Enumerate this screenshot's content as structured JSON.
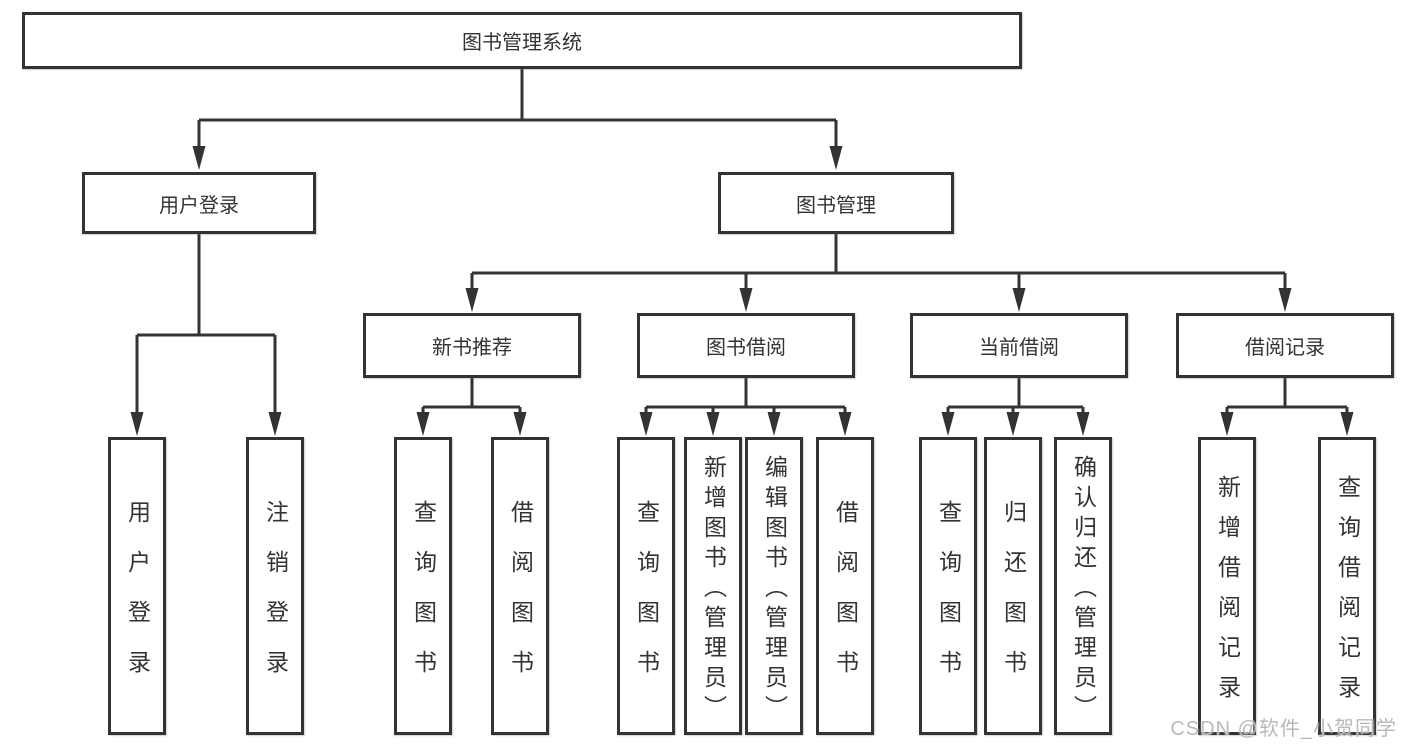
{
  "nodes": {
    "root": "图书管理系统",
    "user_login": "用户登录",
    "book_management": "图书管理",
    "new_book_recommend": "新书推荐",
    "book_borrowing": "图书借阅",
    "current_borrowing": "当前借阅",
    "borrowing_records": "借阅记录",
    "leaf_user_login": "用户登录",
    "leaf_logout": "注销登录",
    "leaf_query_book_recommend": "查询图书",
    "leaf_borrow_book_recommend": "借阅图书",
    "leaf_query_book_borrowing": "查询图书",
    "leaf_add_book_admin": "新增图书（管理员）",
    "leaf_edit_book_admin": "编辑图书（管理员）",
    "leaf_borrow_book_borrowing": "借阅图书",
    "leaf_query_book_current": "查询图书",
    "leaf_return_book": "归还图书",
    "leaf_confirm_return_admin": "确认归还（管理员）",
    "leaf_add_borrow_record": "新增借阅记录",
    "leaf_query_borrow_record": "查询借阅记录"
  },
  "watermark": "CSDN @软件_小贺同学",
  "colors": {
    "line": "#333333",
    "box_border": "#333333",
    "box_fill": "#ffffff",
    "text": "#333333",
    "watermark": "#b9b9b9"
  }
}
